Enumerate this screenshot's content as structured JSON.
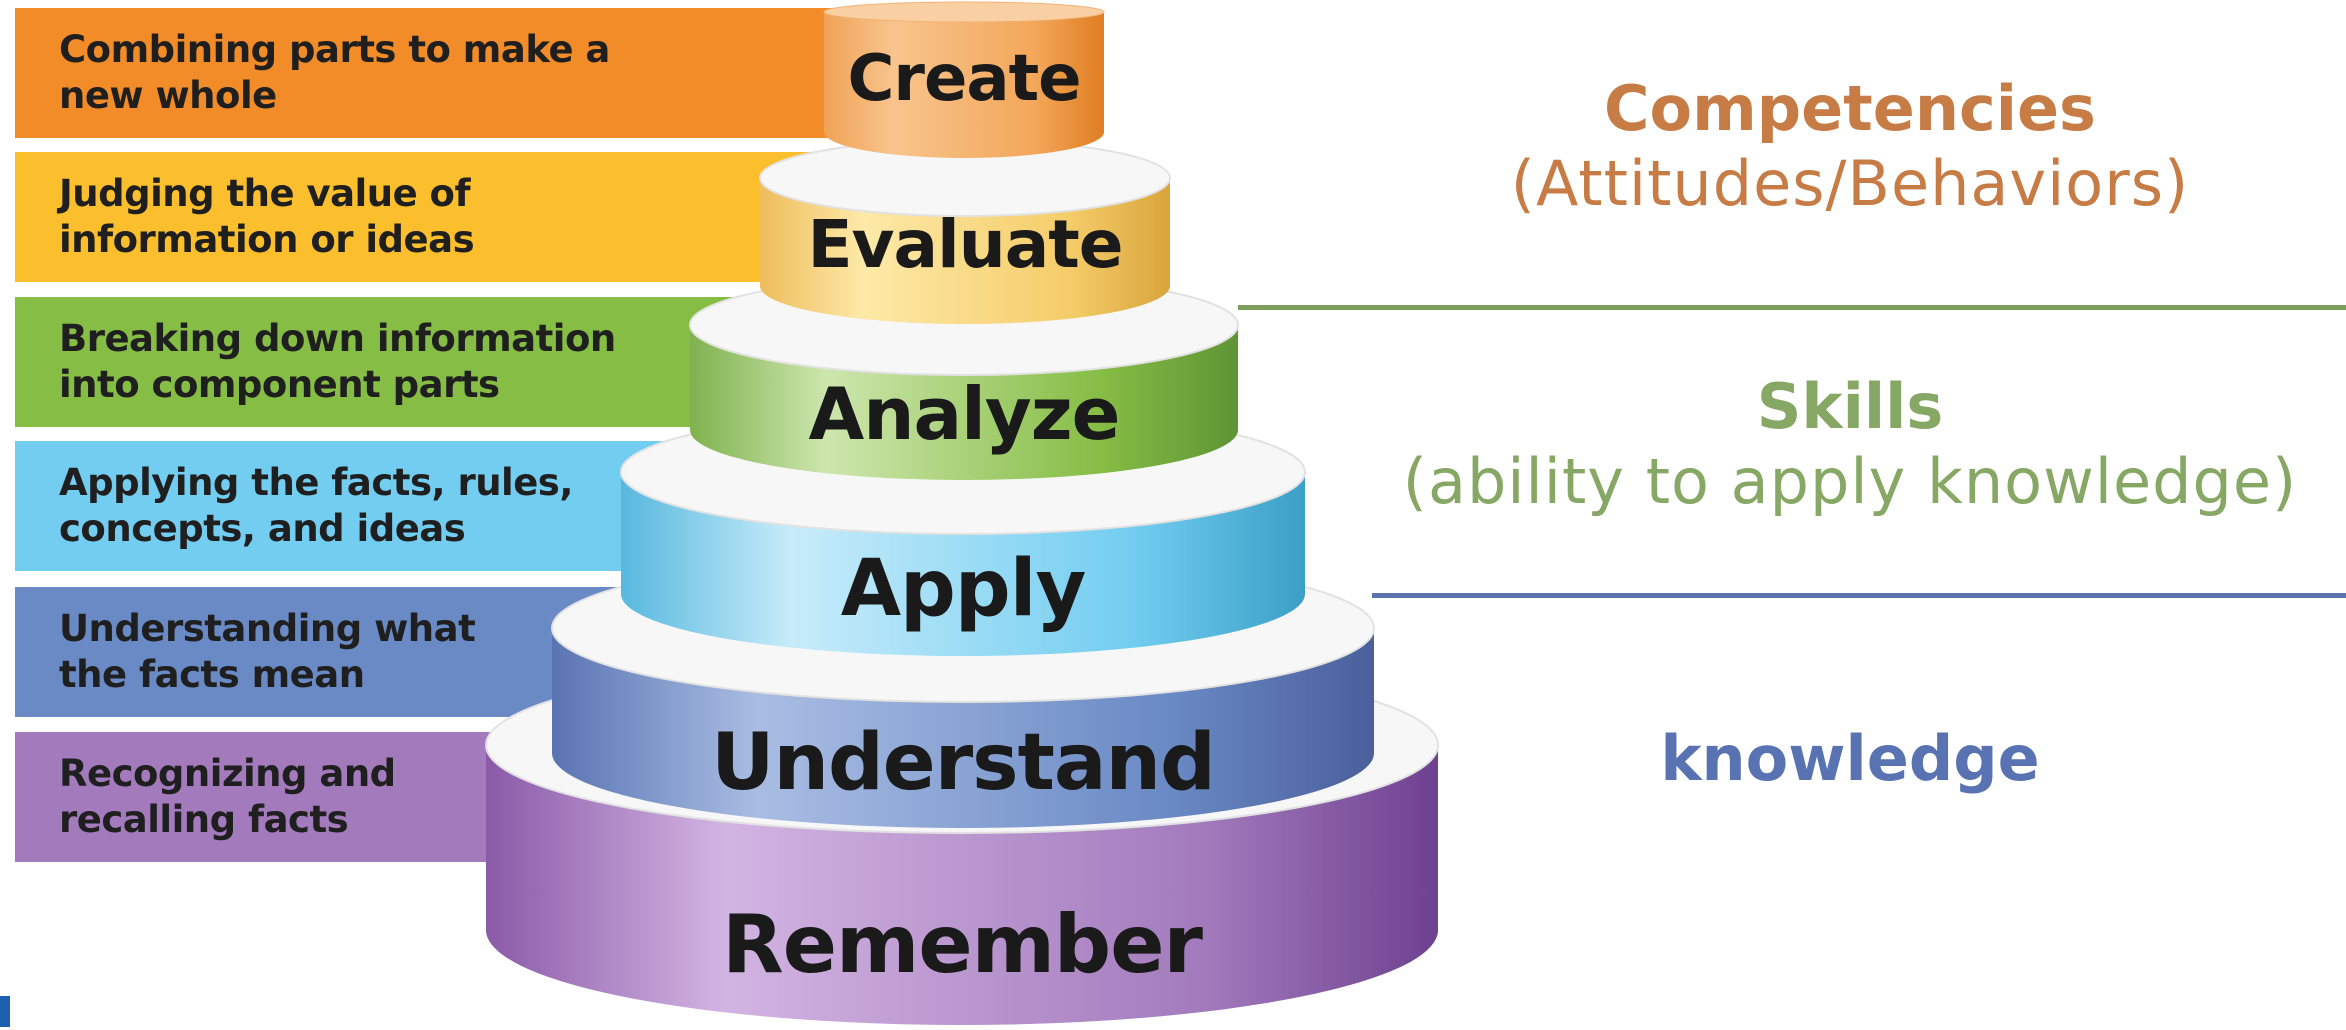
{
  "levels": [
    {
      "name": "Create",
      "description": "Combining parts to make a\nnew whole",
      "band_color": "#f28c28",
      "tier_light": "#f6b46e",
      "tier_dark": "#e07a1c"
    },
    {
      "name": "Evaluate",
      "description": "Judging the value of\ninformation or ideas",
      "band_color": "#fbbf2d",
      "tier_light": "#fde39a",
      "tier_dark": "#e8b84a"
    },
    {
      "name": "Analyze",
      "description": "Breaking down information\ninto component parts",
      "band_color": "#86bd45",
      "tier_light": "#c6e0a3",
      "tier_dark": "#6fa53a"
    },
    {
      "name": "Apply",
      "description": "Applying the facts, rules,\nconcepts, and ideas",
      "band_color": "#72cdf0",
      "tier_light": "#b7e6f8",
      "tier_dark": "#4cb4db"
    },
    {
      "name": "Understand",
      "description": "Understanding what\nthe facts mean",
      "band_color": "#6a8ac5",
      "tier_light": "#a9bde3",
      "tier_dark": "#5470ae"
    },
    {
      "name": "Remember",
      "description": "Recognizing and\nrecalling facts",
      "band_color": "#a37bbd",
      "tier_light": "#d2b4e2",
      "tier_dark": "#7f4f9c"
    }
  ],
  "right": {
    "competencies_title": "Competencies",
    "competencies_sub": "(Attitudes/Behaviors)",
    "competencies_color": "#c77c45",
    "skills_title": "Skills",
    "skills_sub": "(ability to apply knowledge)",
    "skills_color": "#86a864",
    "knowledge_title": "knowledge",
    "knowledge_color": "#5872b2",
    "divider_green": "#7e9f5c",
    "divider_blue": "#5b73ad"
  }
}
